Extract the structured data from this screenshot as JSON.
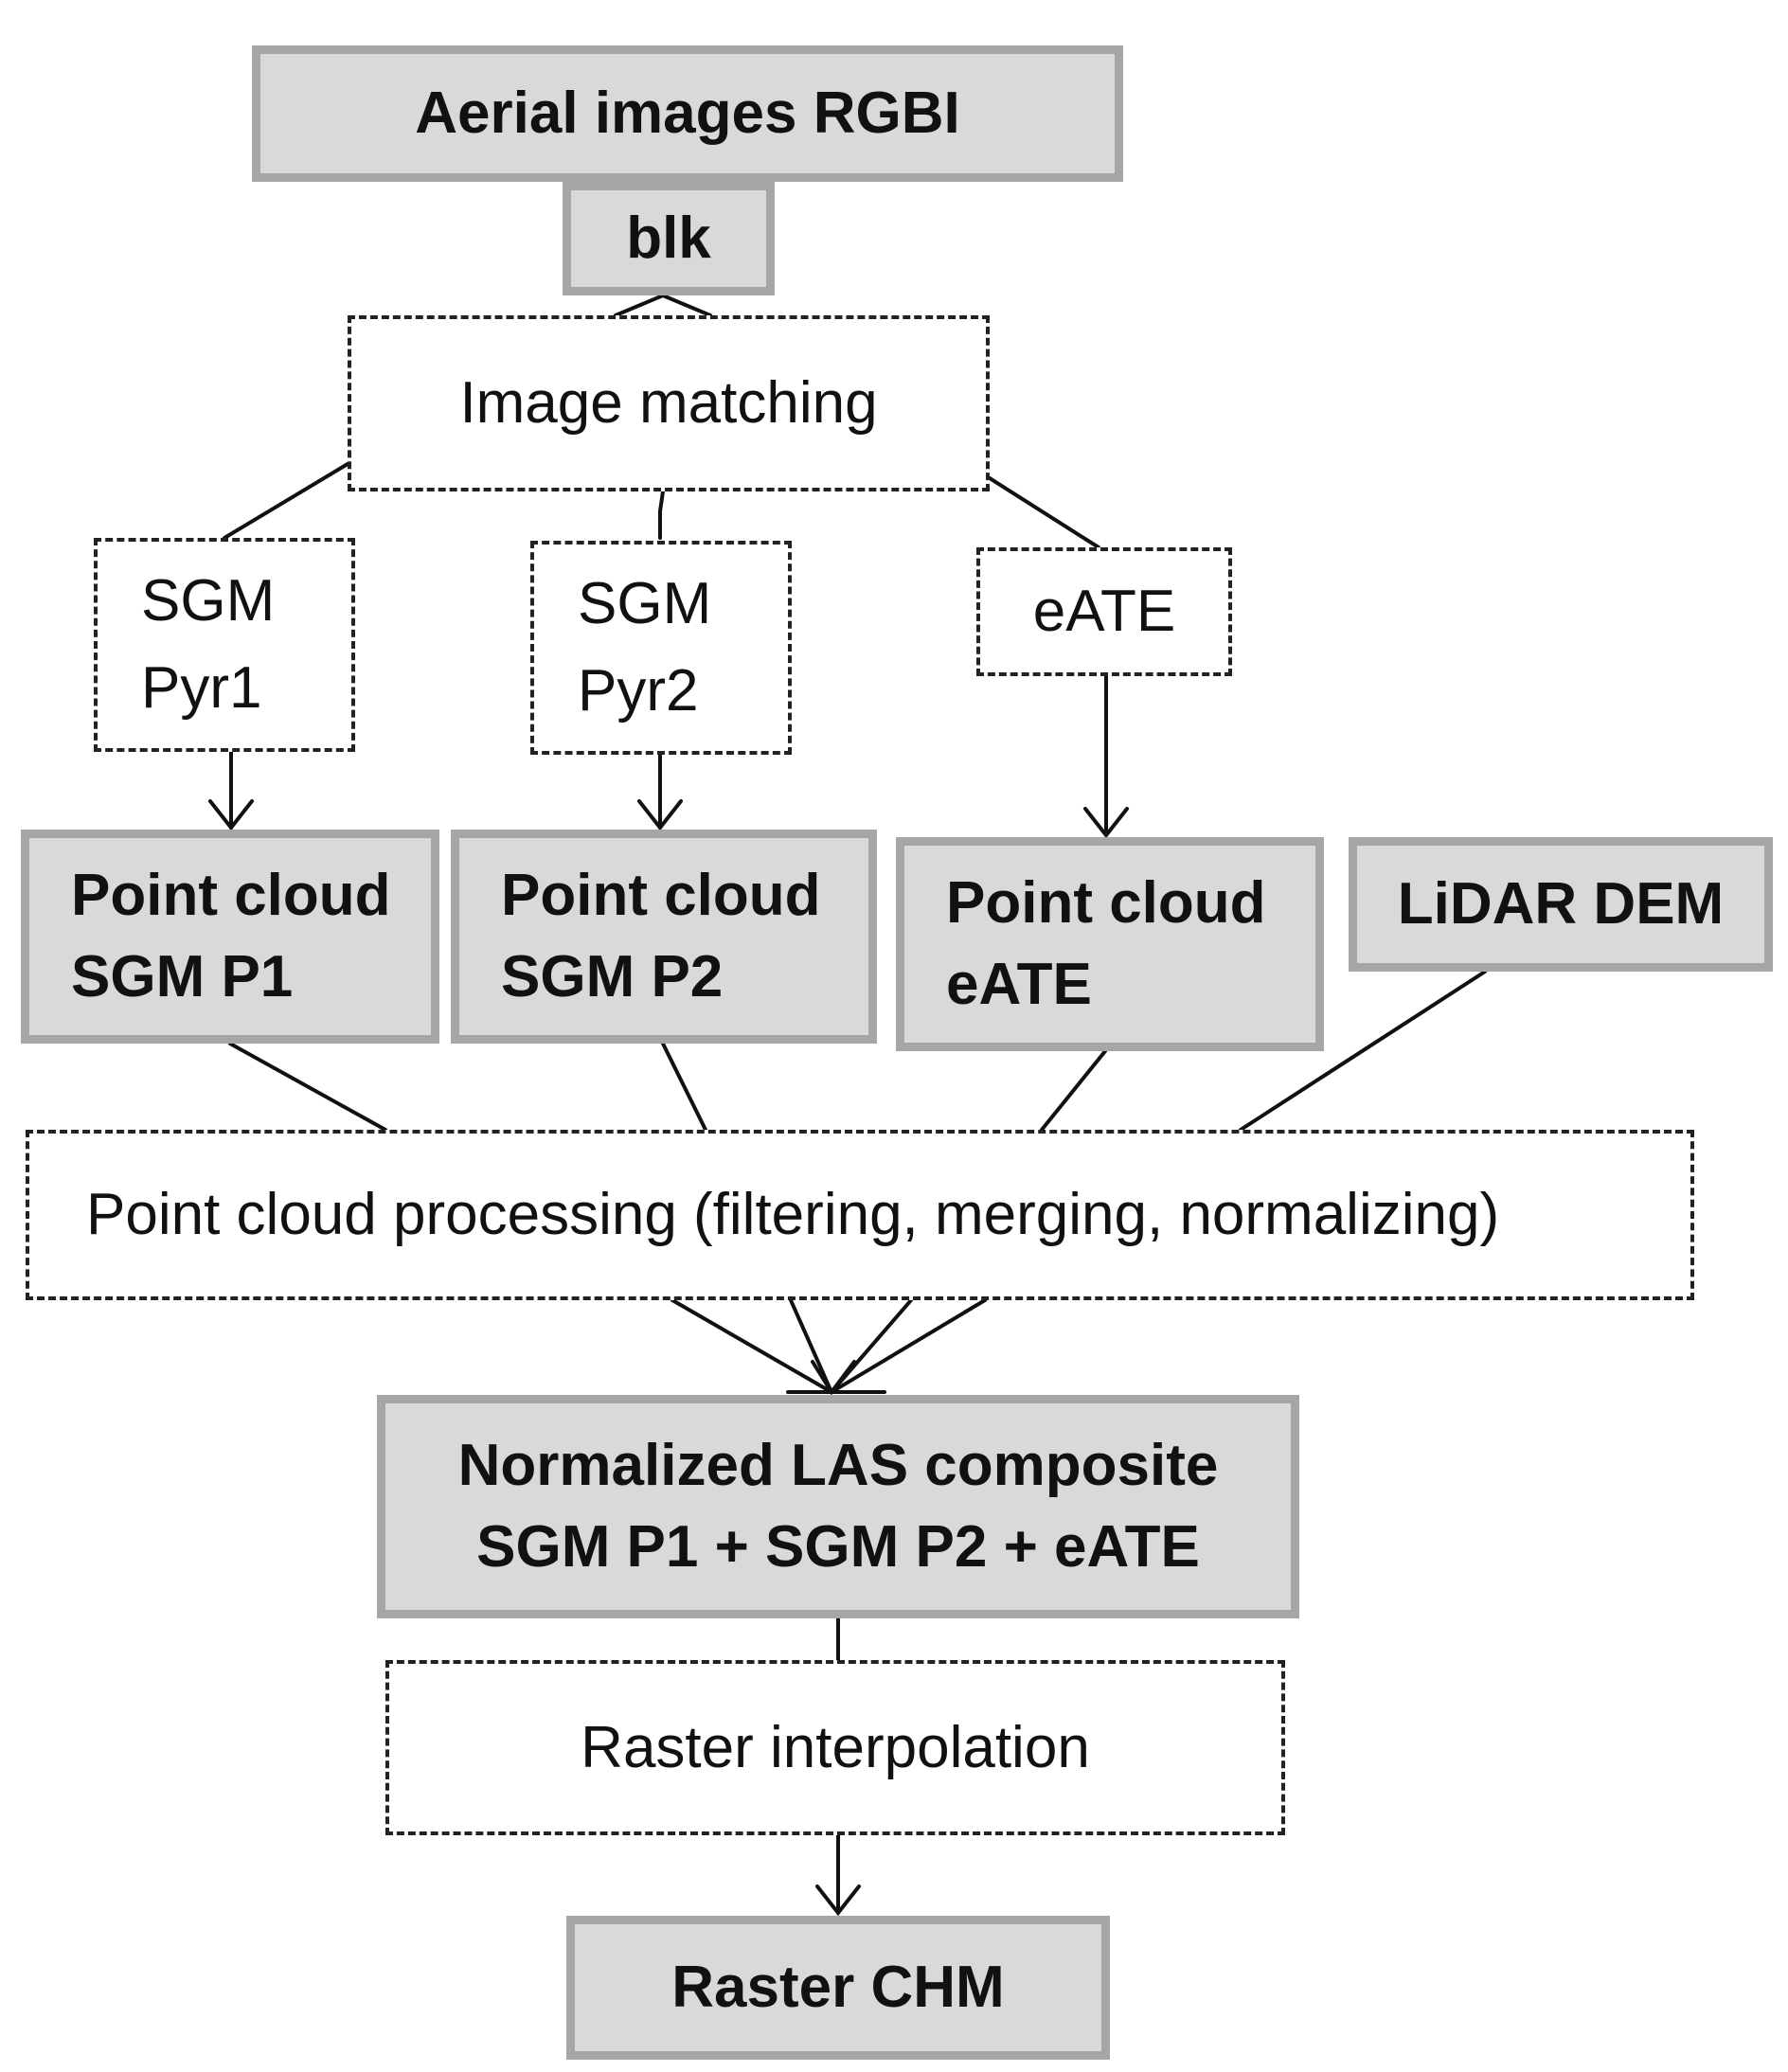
{
  "nodes": {
    "aerial_images": {
      "line1": "Aerial images  RGBI"
    },
    "blk": {
      "line1": "blk"
    },
    "image_matching": {
      "line1": "Image  matching"
    },
    "sgm_pyr1": {
      "line1": "SGM",
      "line2": "Pyr1"
    },
    "sgm_pyr2": {
      "line1": "SGM",
      "line2": "Pyr2"
    },
    "eate": {
      "line1": "eATE"
    },
    "point_cloud_p1": {
      "line1": "Point cloud",
      "line2": "SGM P1"
    },
    "point_cloud_p2": {
      "line1": "Point cloud",
      "line2": "SGM P2"
    },
    "point_cloud_eate": {
      "line1": "Point cloud",
      "line2": "eATE"
    },
    "lidar_dem": {
      "line1": "LiDAR DEM"
    },
    "point_cloud_processing": {
      "line1": "Point cloud processing (filtering, merging, normalizing)"
    },
    "las_composite": {
      "line1": "Normalized LAS composite",
      "line2": "SGM P1 + SGM P2 + eATE"
    },
    "raster_interpolation": {
      "line1": "Raster interpolation"
    },
    "raster_chm": {
      "line1": "Raster CHM"
    }
  },
  "colors": {
    "box_fill": "#d9d9d9",
    "box_border": "#a6a6a6",
    "line": "#111111"
  }
}
